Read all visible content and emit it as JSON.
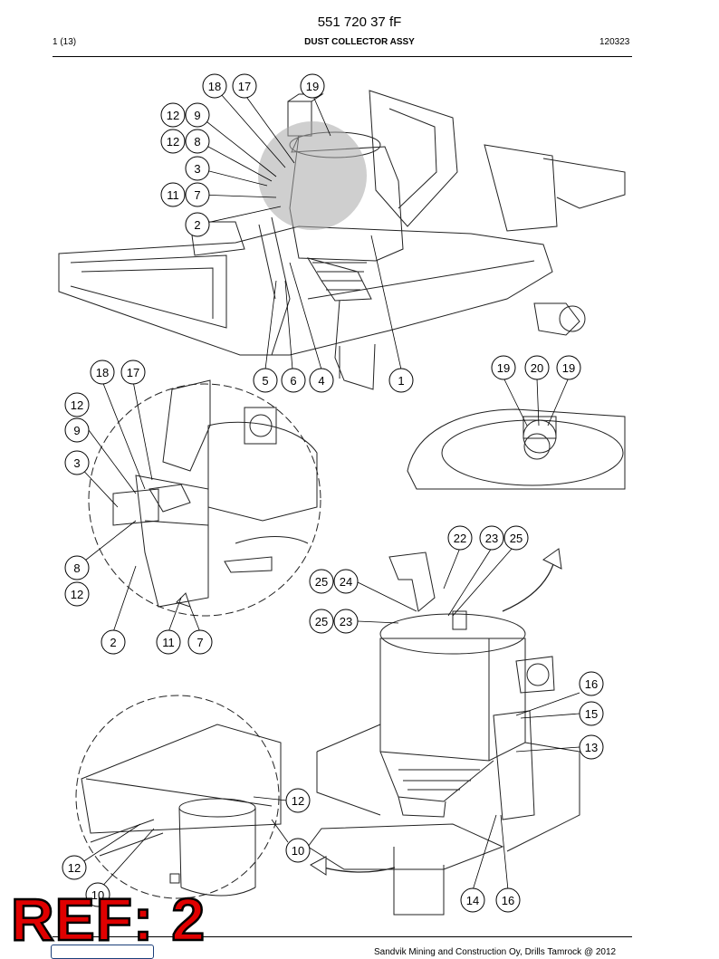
{
  "header": {
    "document_number": "551 720 37 fF",
    "page": "1 (13)",
    "title": "DUST COLLECTOR ASSY",
    "date_code": "120323"
  },
  "footer": {
    "copyright": "Sandvik Mining and Construction Oy, Drills Tamrock @ 2012"
  },
  "stamp": {
    "text": "REF: 2",
    "color": "#e00000"
  },
  "callouts": {
    "c1": "18",
    "c2": "17",
    "c3": "19",
    "c4": "12",
    "c5": "9",
    "c6": "12",
    "c7": "8",
    "c8": "3",
    "c9": "11",
    "c10": "7",
    "c11": "2",
    "c12": "5",
    "c13": "6",
    "c14": "4",
    "c15": "1",
    "c16": "18",
    "c17": "17",
    "c18": "12",
    "c19": "9",
    "c20": "3",
    "c21": "8",
    "c22": "12",
    "c23": "2",
    "c24": "11",
    "c25": "7",
    "c26": "19",
    "c27": "20",
    "c28": "19",
    "c29": "22",
    "c30": "23",
    "c31": "25",
    "c32": "25",
    "c33": "24",
    "c34": "25",
    "c35": "23",
    "c36": "16",
    "c37": "15",
    "c38": "13",
    "c39": "12",
    "c40": "10",
    "c41": "12",
    "c42": "10",
    "c43": "14",
    "c44": "16"
  }
}
